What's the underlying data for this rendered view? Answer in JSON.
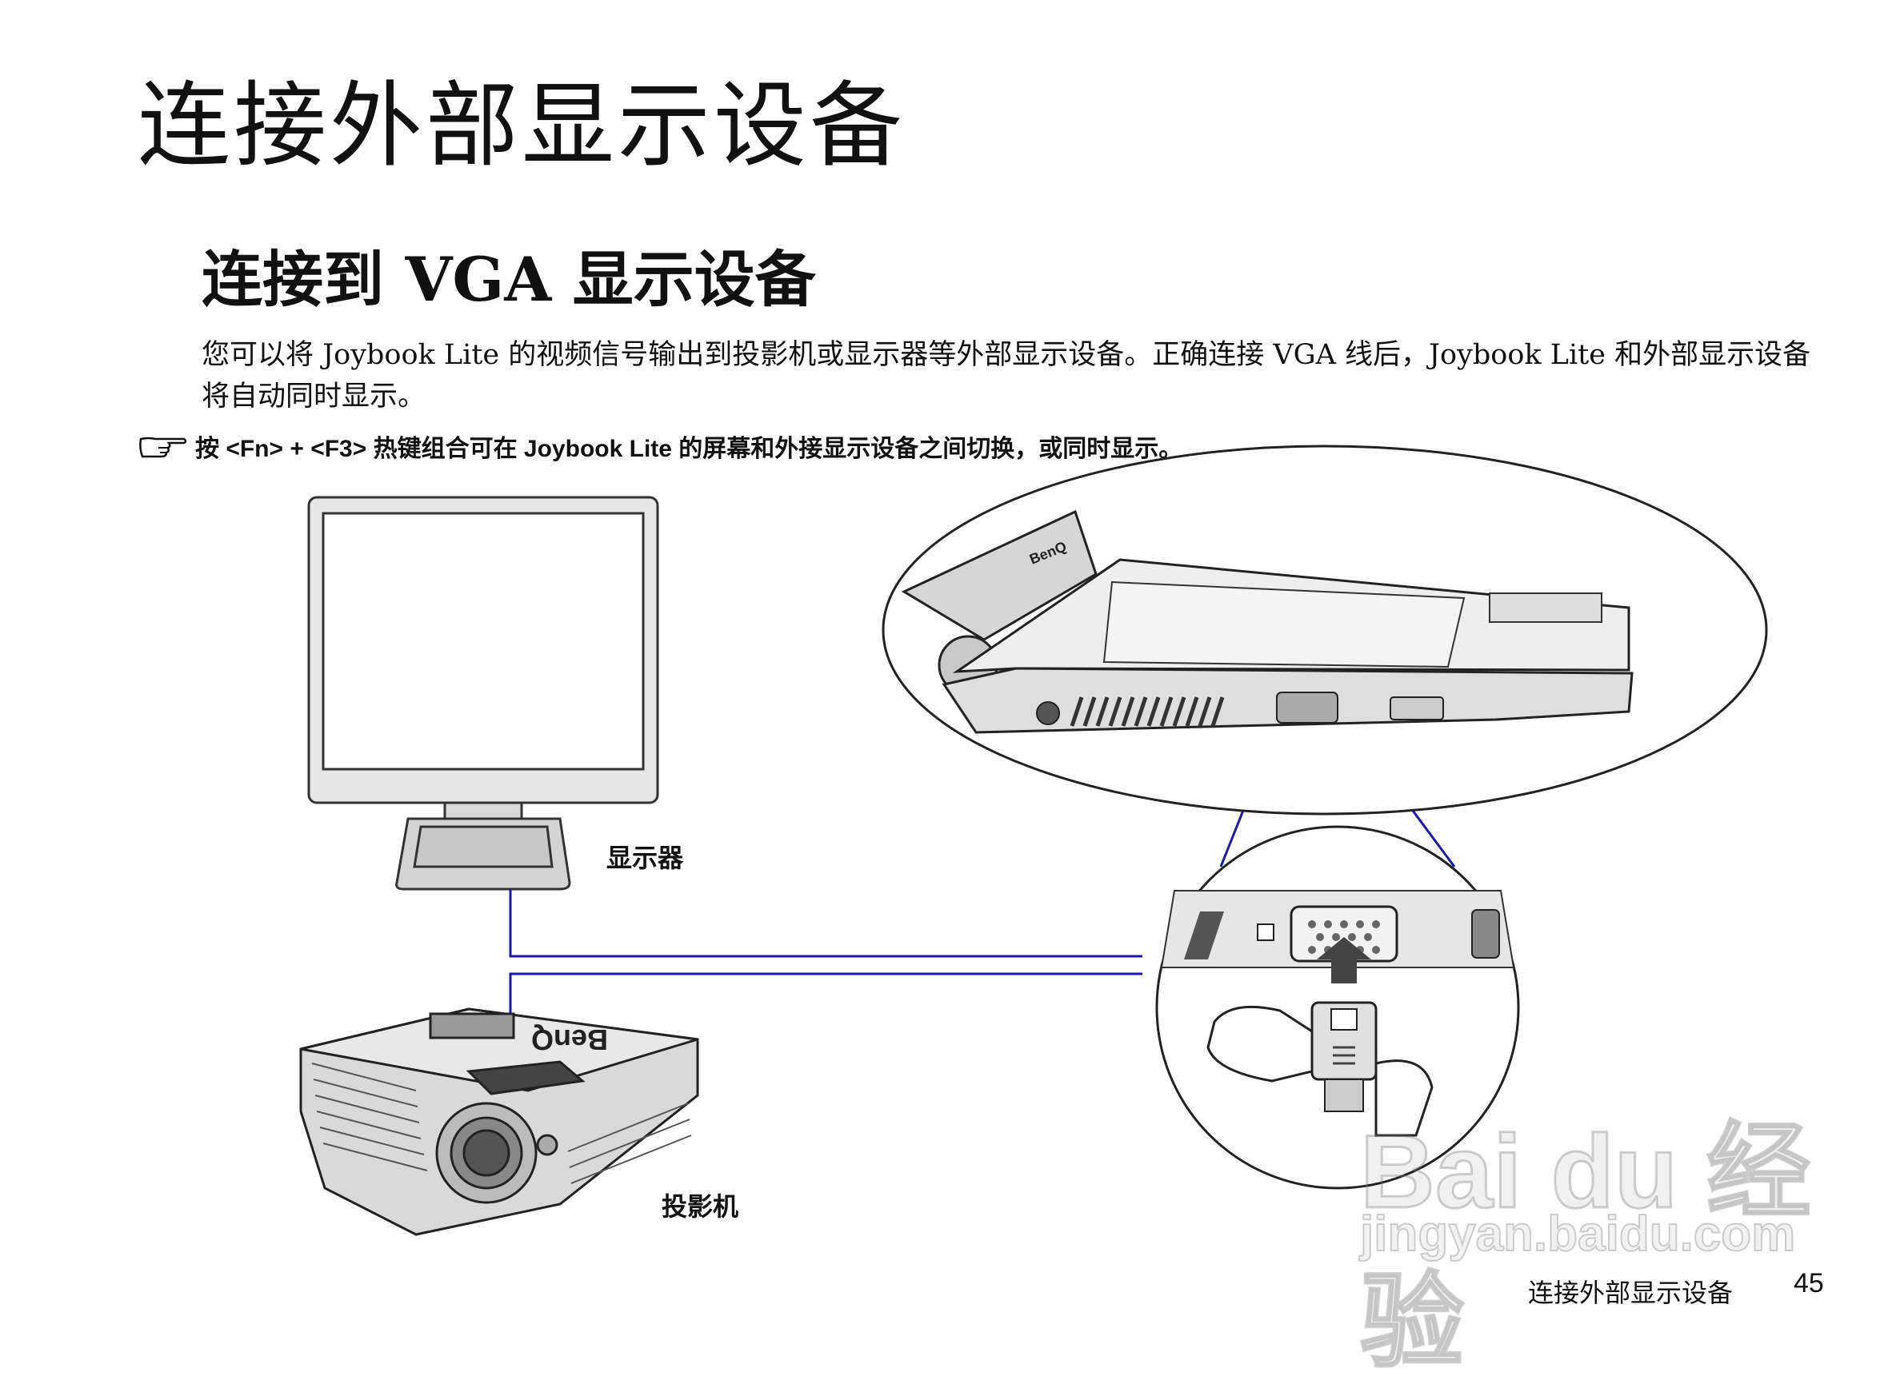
{
  "page": {
    "title": "连接外部显示设备",
    "section_title": "连接到 VGA 显示设备",
    "body": "您可以将 Joybook Lite 的视频信号输出到投影机或显示器等外部显示设备。正确连接 VGA 线后，Joybook Lite 和外部显示设备将自动同时显示。",
    "note": "按 <Fn> + <F3> 热键组合可在 Joybook Lite 的屏幕和外接显示设备之间切换，或同时显示。",
    "note_icon": "pointing-hand-icon"
  },
  "figure": {
    "monitor_label": "显示器",
    "projector_label": "投影机",
    "laptop_brand": "BenQ",
    "projector_brand": "BenQ",
    "cable_color": "#1a1aa8"
  },
  "footer": {
    "title": "连接外部显示设备",
    "page_number": "45"
  },
  "watermark": {
    "main": "Bai du 经验",
    "sub": "jingyan.baidu.com"
  }
}
